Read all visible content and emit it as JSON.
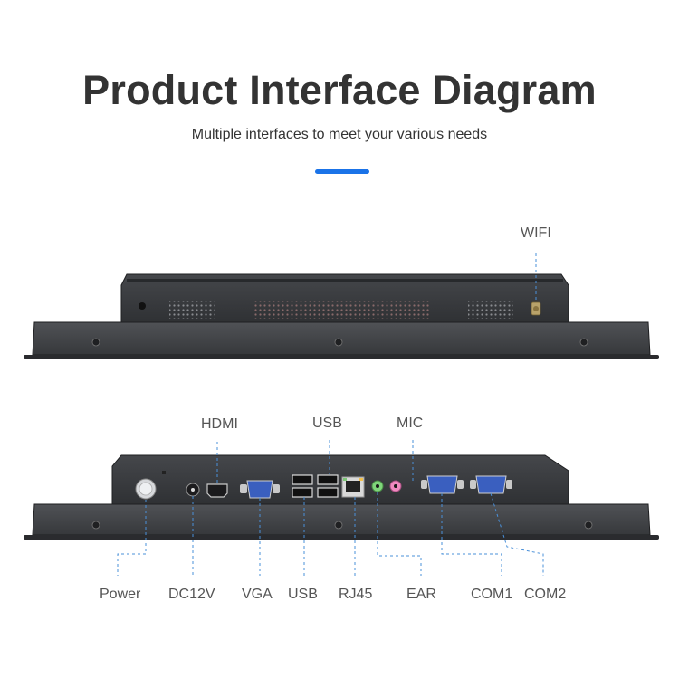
{
  "header": {
    "title": "Product Interface Diagram",
    "subtitle": "Multiple interfaces to meet your various needs",
    "accent_color": "#1a73e8"
  },
  "top_view": {
    "labels": {
      "wifi": "WIFI"
    }
  },
  "rear_view": {
    "top_labels": {
      "hdmi": "HDMI",
      "usb": "USB",
      "mic": "MIC"
    },
    "bottom_labels": {
      "power": "Power",
      "dc12v": "DC12V",
      "vga": "VGA",
      "usb": "USB",
      "rj45": "RJ45",
      "ear": "EAR",
      "com1": "COM1",
      "com2": "COM2"
    }
  },
  "colors": {
    "device_body": "#3a3c40",
    "device_edge": "#202124",
    "leader_line": "#4a90d9",
    "label_text": "#555555"
  }
}
